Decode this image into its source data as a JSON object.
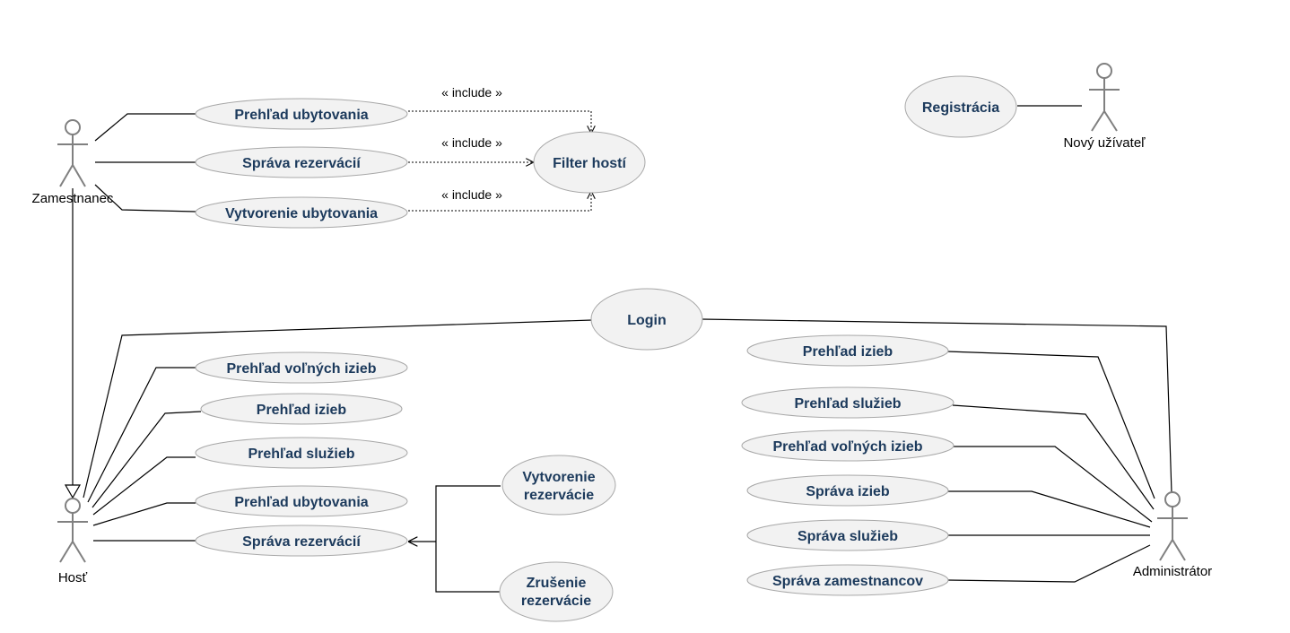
{
  "diagram": {
    "actors": {
      "zamestnanec": "Zamestnanec",
      "host": "Hosť",
      "novy_uzivatel": "Nový užívateľ",
      "administrator": "Administrátor"
    },
    "use_cases": {
      "zam_prehlad_ubytovania": "Prehľad ubytovania",
      "zam_sprava_rezervacii": "Správa rezervácií",
      "zam_vytvorenie_ubytovania": "Vytvorenie ubytovania",
      "filter_hosti": "Filter hostí",
      "registracia": "Registrácia",
      "login": "Login",
      "host_prehlad_volnych_izieb": "Prehľad voľných izieb",
      "host_prehlad_izieb": "Prehľad izieb",
      "host_prehlad_sluzieb": "Prehľad služieb",
      "host_prehlad_ubytovania": "Prehľad ubytovania",
      "host_sprava_rezervacii": "Správa rezervácií",
      "vytvorenie_rezervacie": [
        "Vytvorenie",
        "rezervácie"
      ],
      "zrusenie_rezervacie": [
        "Zrušenie",
        "rezervácie"
      ],
      "adm_prehlad_izieb": "Prehľad izieb",
      "adm_prehlad_sluzieb": "Prehľad služieb",
      "adm_prehlad_volnych_izieb": "Prehľad voľných izieb",
      "adm_sprava_izieb": "Správa izieb",
      "adm_sprava_sluzieb": "Správa služieb",
      "adm_sprava_zamestnancov": "Správa zamestnancov"
    },
    "relations": {
      "include_1": "« include »",
      "include_2": "« include »",
      "include_3": "« include »"
    }
  }
}
